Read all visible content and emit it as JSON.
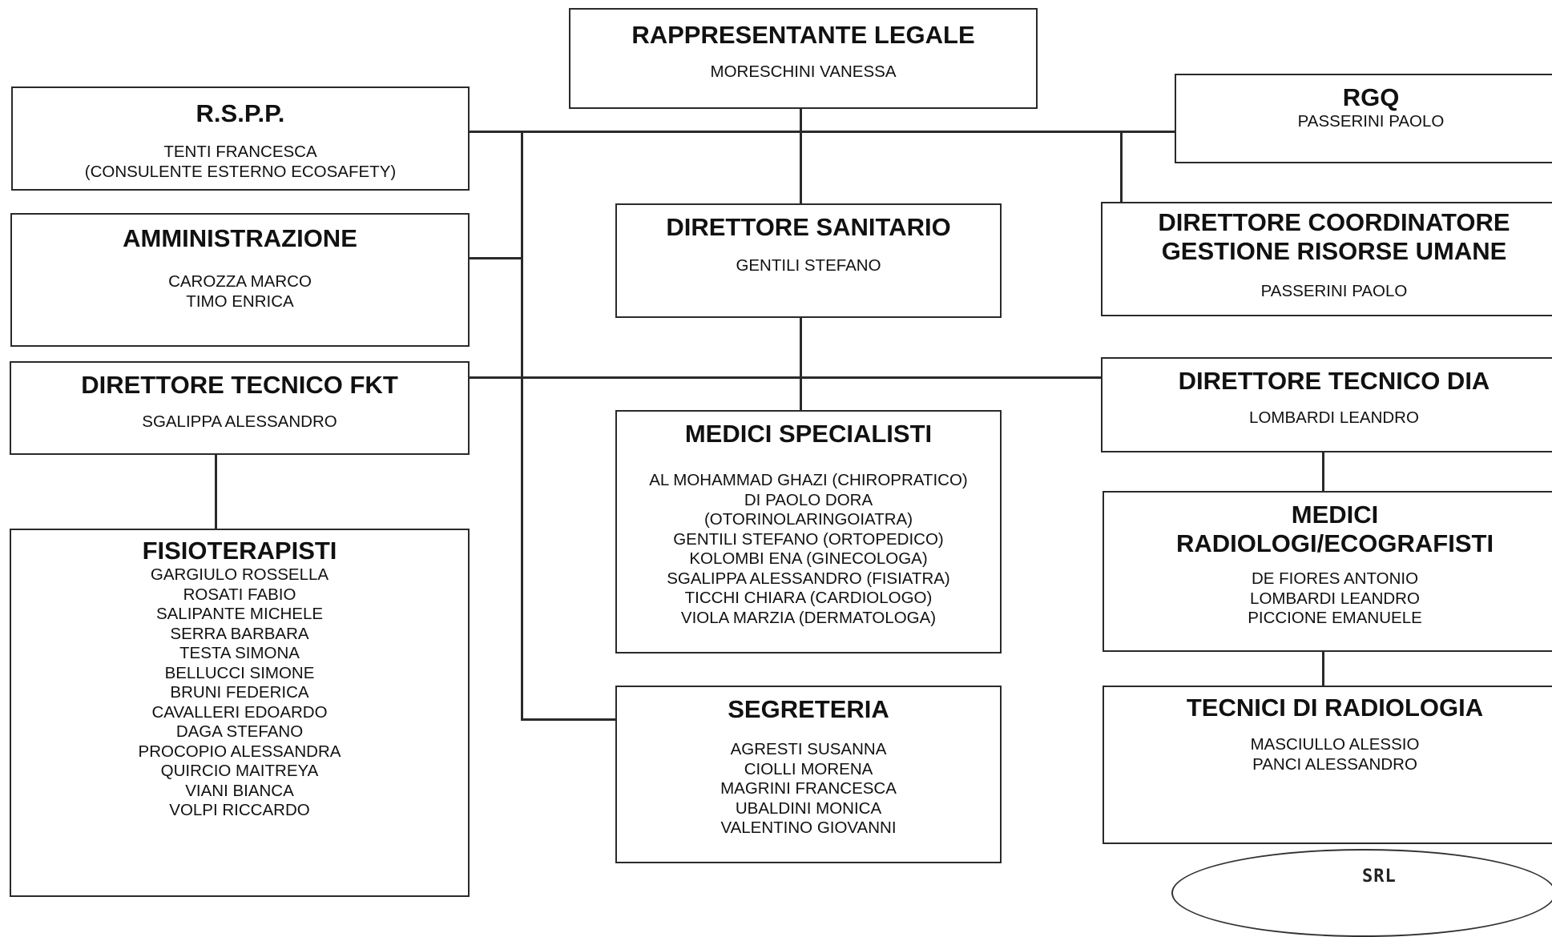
{
  "nodes": {
    "legal_rep": {
      "title": "RAPPRESENTANTE LEGALE",
      "names": "MORESCHINI VANESSA"
    },
    "rspp": {
      "title": "R.S.P.P.",
      "names": "TENTI FRANCESCA\n(CONSULENTE ESTERNO ECOSAFETY)"
    },
    "rgq": {
      "title": "RGQ",
      "names": "PASSERINI PAOLO"
    },
    "administration": {
      "title": "AMMINISTRAZIONE",
      "names": "CAROZZA MARCO\nTIMO ENRICA"
    },
    "medical_director": {
      "title": "DIRETTORE SANITARIO",
      "names": "GENTILI STEFANO"
    },
    "hr_director": {
      "title": "DIRETTORE COORDINATORE\nGESTIONE RISORSE UMANE",
      "names": "PASSERINI PAOLO"
    },
    "fkt_director": {
      "title": "DIRETTORE TECNICO FKT",
      "names": "SGALIPPA ALESSANDRO"
    },
    "dia_director": {
      "title": "DIRETTORE TECNICO DIA",
      "names": "LOMBARDI LEANDRO"
    },
    "specialists": {
      "title": "MEDICI SPECIALISTI",
      "names": "AL MOHAMMAD GHAZI (CHIROPRATICO)\nDI PAOLO DORA\n(OTORINOLARINGOIATRA)\nGENTILI STEFANO (ORTOPEDICO)\nKOLOMBI ENA (GINECOLOGA)\nSGALIPPA ALESSANDRO (FISIATRA)\nTICCHI CHIARA (CARDIOLOGO)\nVIOLA MARZIA (DERMATOLOGA)"
    },
    "physiotherapists": {
      "title": "FISIOTERAPISTI",
      "names": "GARGIULO ROSSELLA\nROSATI FABIO\nSALIPANTE MICHELE\nSERRA BARBARA\nTESTA SIMONA\nBELLUCCI SIMONE\nBRUNI FEDERICA\nCAVALLERI EDOARDO\nDAGA STEFANO\nPROCOPIO ALESSANDRA\nQUIRCIO MAITREYA\nVIANI BIANCA\nVOLPI RICCARDO"
    },
    "radiologists": {
      "title": "MEDICI\nRADIOLOGI/ECOGRAFISTI",
      "names": "DE FIORES ANTONIO\nLOMBARDI LEANDRO\nPICCIONE EMANUELE"
    },
    "secretariat": {
      "title": "SEGRETERIA",
      "names": "AGRESTI SUSANNA\nCIOLLI MORENA\nMAGRINI FRANCESCA\nUBALDINI MONICA\nVALENTINO GIOVANNI"
    },
    "radiology_techs": {
      "title": "TECNICI DI RADIOLOGIA",
      "names": "MASCIULLO ALESSIO\nPANCI ALESSANDRO"
    }
  },
  "stamp": {
    "text": "SRL"
  }
}
